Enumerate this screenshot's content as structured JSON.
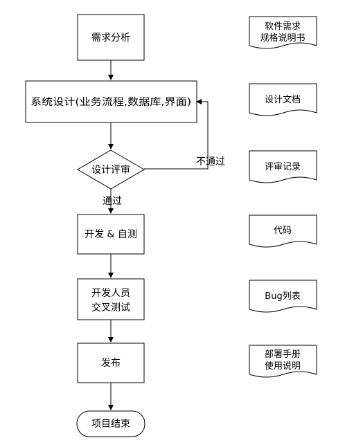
{
  "flow": {
    "requirements": "需求分析",
    "system_design": "系统设计(业务流程,数据库,界面)",
    "design_review": "设计评审",
    "fail_label": "不通过",
    "pass_label": "通过",
    "dev_self_test": "开发 & 自测",
    "cross_test_line1": "开发人员",
    "cross_test_line2": "交叉测试",
    "release": "发布",
    "project_end": "项目结束"
  },
  "documents": {
    "srs_line1": "软件需求",
    "srs_line2": "规格说明书",
    "design_doc": "设计文档",
    "review_record": "评审记录",
    "code": "代码",
    "bug_list": "Bug列表",
    "deploy_line1": "部署手册",
    "deploy_line2": "使用说明"
  }
}
